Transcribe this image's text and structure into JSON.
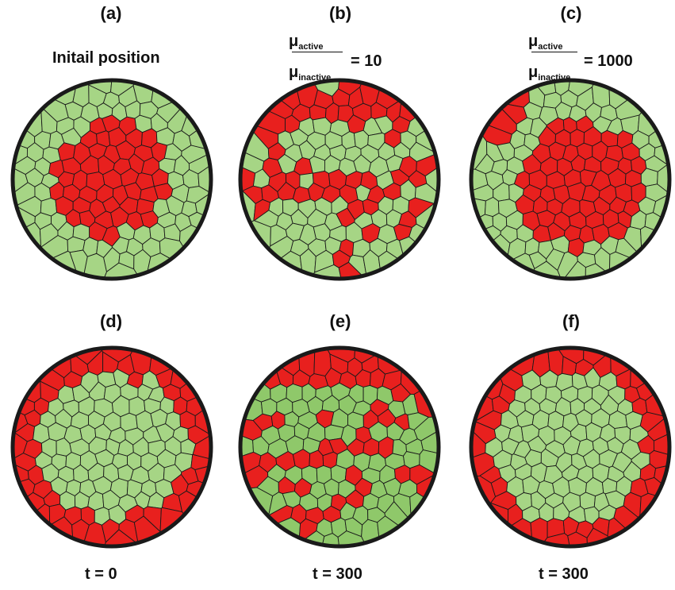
{
  "panels": [
    {
      "id": "a",
      "label": "(a)",
      "mode": "center",
      "seed": 11,
      "extra": 0
    },
    {
      "id": "b",
      "label": "(b)",
      "mode": "scatter",
      "seed": 23,
      "extra": 0
    },
    {
      "id": "c",
      "label": "(c)",
      "mode": "centerBig",
      "seed": 37,
      "extra": 1
    },
    {
      "id": "d",
      "label": "(d)",
      "mode": "ring",
      "seed": 41,
      "extra": 0
    },
    {
      "id": "e",
      "label": "(e)",
      "mode": "scatterDark",
      "seed": 53,
      "extra": 0
    },
    {
      "id": "f",
      "label": "(f)",
      "mode": "ring",
      "seed": 67,
      "extra": 1
    }
  ],
  "captions": {
    "a": "Initail position",
    "b_num": "μ",
    "b_num_sub": "active",
    "b_den": "μ",
    "b_den_sub": "inactive",
    "b_eq": "=  10",
    "c_num": "μ",
    "c_num_sub": "active",
    "c_den": "μ",
    "c_den_sub": "inactive",
    "c_eq": "= 1000",
    "t_d": "t = 0",
    "t_e": "t = 300",
    "t_f": "t = 300"
  },
  "colors": {
    "active": "#e8201e",
    "inactive": "#a6d585",
    "inactive_dark": "#8fc86a",
    "edge": "#1a1a1a"
  }
}
